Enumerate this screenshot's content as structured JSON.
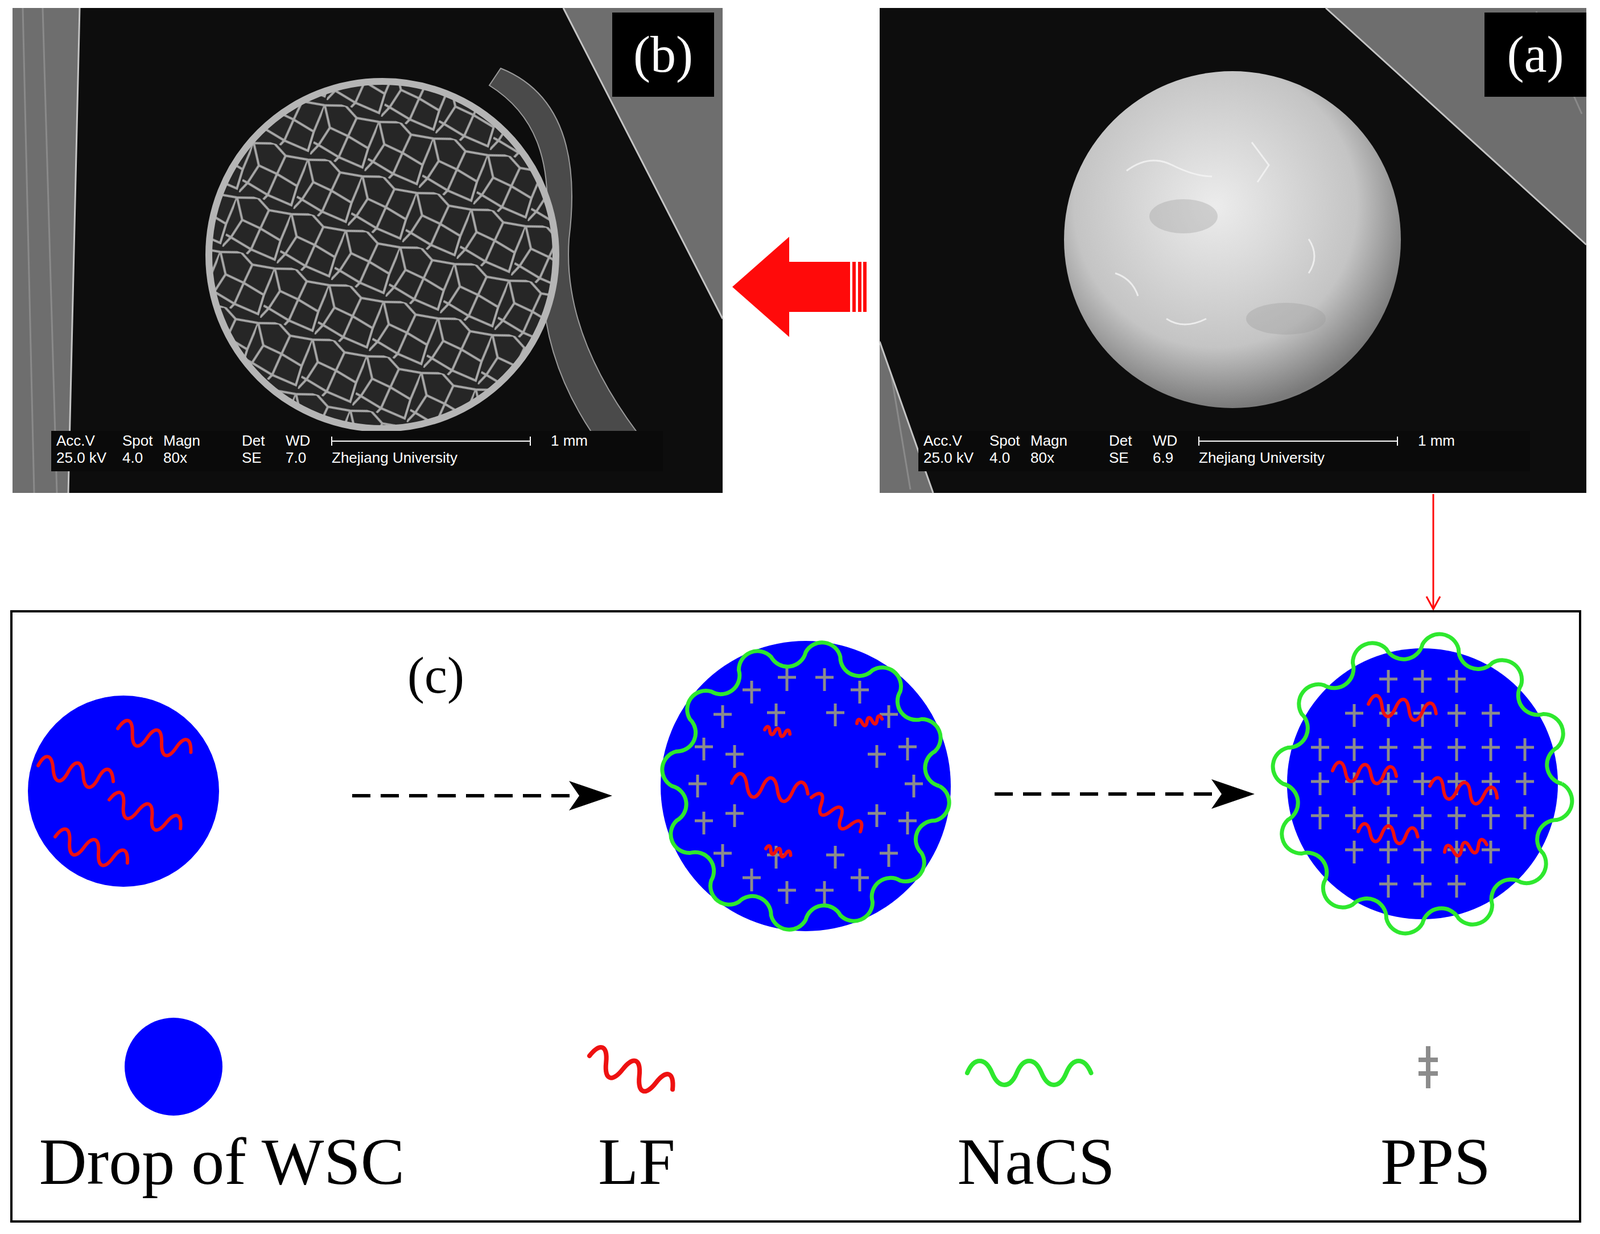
{
  "diagram": {
    "nodes": [
      {
        "text": [
          "(b)"
        ]
      },
      {
        "text": [
          "(a)"
        ]
      },
      {
        "text": [
          "(c)"
        ]
      }
    ],
    "edges": [
      {
        "from": 1,
        "to": 0,
        "arrow": "to"
      },
      {
        "from": 1,
        "to": 2,
        "arrow": "to"
      }
    ],
    "labels": [
      "Acc.V",
      "Spot",
      "Magn",
      "Det",
      "WD",
      "25.0 kV",
      "4.0",
      "80x",
      "SE",
      "7.0",
      "Zhejiang University",
      "1 mm",
      "Acc.V",
      "Spot",
      "Magn",
      "Det",
      "WD",
      "25.0 kV",
      "4.0",
      "80x",
      "SE",
      "6.9",
      "Zhejiang University",
      "1 mm"
    ],
    "legend": [
      {
        "text": "Drop of WSC",
        "color": "#0000ff"
      },
      {
        "text": "LF"
      },
      {
        "text": "NaCS"
      },
      {
        "text": "PPS"
      }
    ]
  }
}
